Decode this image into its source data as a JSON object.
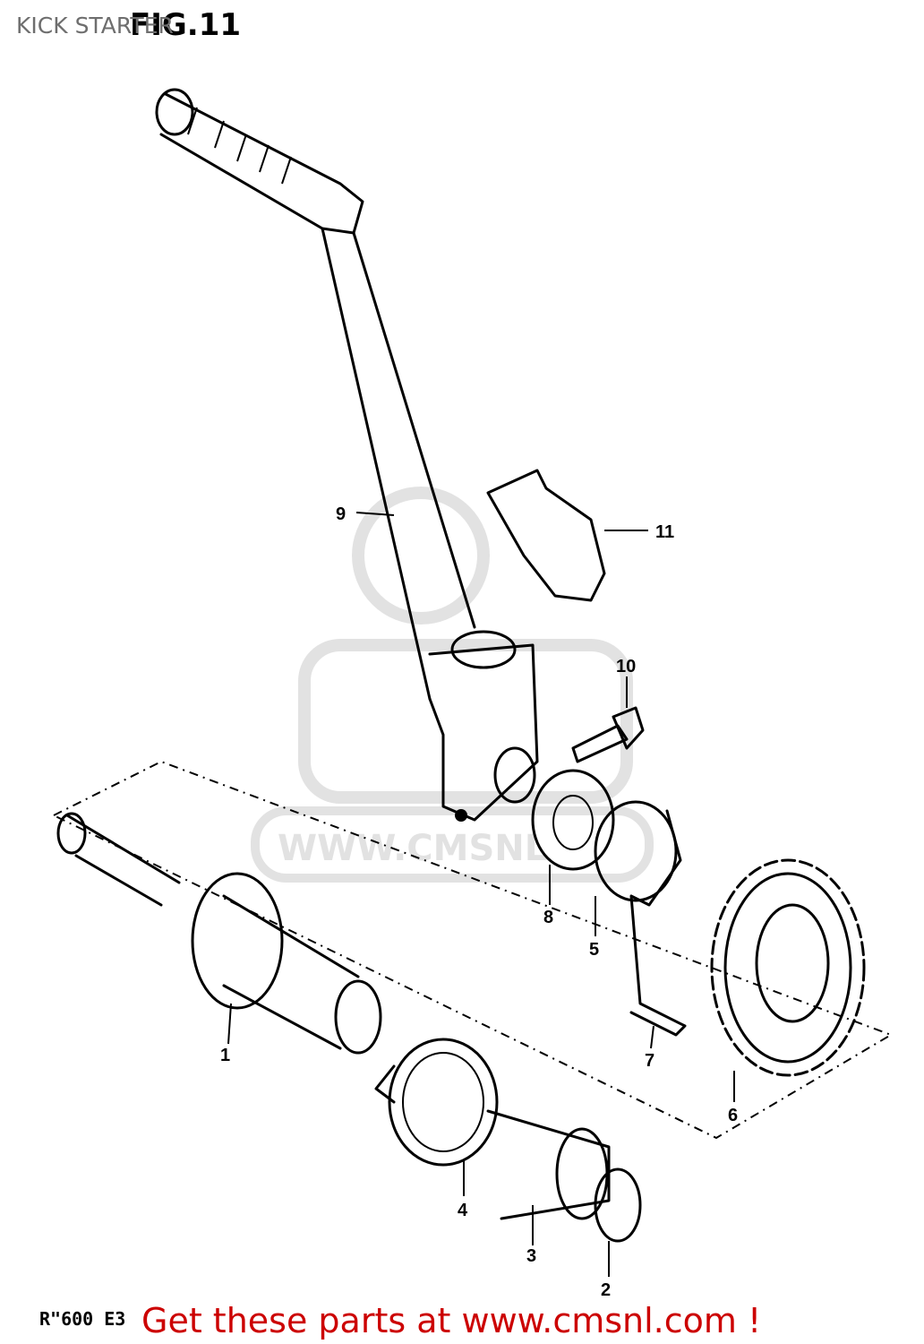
{
  "header": {
    "title": "KICK STARTER",
    "figure": "FIG.11"
  },
  "footer": {
    "model": "R\"600 E3",
    "promo": "Get these parts at www.cmsnl.com !"
  },
  "watermark": "WWW.CMSNL",
  "callouts": {
    "p1": "1",
    "p2": "2",
    "p3": "3",
    "p4": "4",
    "p5": "5",
    "p6": "6",
    "p7": "7",
    "p8": "8",
    "p9": "9",
    "p10": "10",
    "p11": "11"
  },
  "colors": {
    "promo": "#cc0000",
    "title": "#6e6e6e",
    "watermark": "#e2e2e2"
  }
}
